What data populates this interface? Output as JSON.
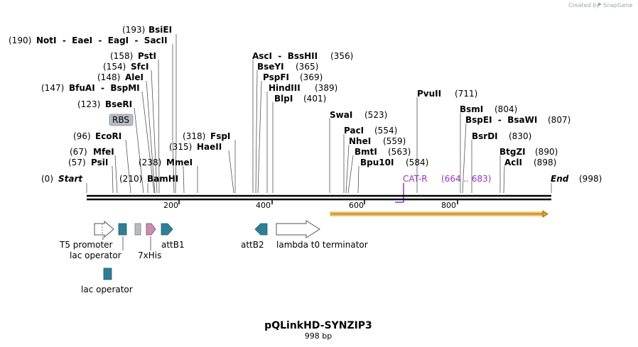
{
  "credit": {
    "created_by": "Created by",
    "brand": "SnapGene"
  },
  "title": "pQLinkHD-SYNZIP3",
  "subtitle": "998 bp",
  "sequence_length": 998,
  "ticks": [
    "200",
    "400",
    "600",
    "800"
  ],
  "ends": {
    "start": {
      "pos": "(0)",
      "label": "Start"
    },
    "end": {
      "label": "End",
      "pos": "(998)"
    }
  },
  "enzymes_left": [
    {
      "pos": "(57)",
      "name": "PsiI"
    },
    {
      "pos": "(67)",
      "name": "MfeI"
    },
    {
      "pos": "(96)",
      "name": "EcoRI"
    },
    {
      "pos": "(123)",
      "name": "BseRI"
    },
    {
      "pos": "(147)",
      "name": "BfuAI  -  BspMI"
    },
    {
      "pos": "(148)",
      "name": "AleI"
    },
    {
      "pos": "(154)",
      "name": "SfcI"
    },
    {
      "pos": "(158)",
      "name": "PstI"
    },
    {
      "pos": "(190)",
      "name": "NotI  -  EaeI  -  EagI  -  SacII"
    },
    {
      "pos": "(193)",
      "name": "BsiEI"
    }
  ],
  "enzymes_mid": [
    {
      "pos": "(210)",
      "name": "BamHI"
    },
    {
      "pos": "(238)",
      "name": "MmeI"
    },
    {
      "pos": "(315)",
      "name": "HaeII"
    },
    {
      "pos": "(318)",
      "name": "FspI"
    }
  ],
  "enzymes_right": [
    {
      "name": "AscI  -  BssHII",
      "pos": "(356)"
    },
    {
      "name": "BseYI",
      "pos": "(365)"
    },
    {
      "name": "PspFI",
      "pos": "(369)"
    },
    {
      "name": "HindIII",
      "pos": "(389)"
    },
    {
      "name": "BlpI",
      "pos": "(401)"
    },
    {
      "name": "SwaI",
      "pos": "(523)"
    },
    {
      "name": "PacI",
      "pos": "(554)"
    },
    {
      "name": "NheI",
      "pos": "(559)"
    },
    {
      "name": "BmtI",
      "pos": "(563)"
    },
    {
      "name": "Bpu10I",
      "pos": "(584)"
    },
    {
      "name": "PvuII",
      "pos": "(711)"
    },
    {
      "name": "BsmI",
      "pos": "(804)"
    },
    {
      "name": "BspEI  -  BsaWI",
      "pos": "(807)"
    },
    {
      "name": "BsrDI",
      "pos": "(830)"
    },
    {
      "name": "BtgZI",
      "pos": "(890)"
    },
    {
      "name": "AclI",
      "pos": "(898)"
    }
  ],
  "primer": {
    "name": "CAT-R",
    "range": "(664 .. 683)",
    "color": "#9b30c8"
  },
  "rbs_label": "RBS",
  "features": [
    {
      "label": "T5 promoter",
      "color": "#ffffff",
      "icon": "promoter-arrow-icon"
    },
    {
      "label": "lac operator",
      "color": "#2e7f96",
      "icon": "operator-box-icon"
    },
    {
      "label": "7xHis",
      "color": "#c98fb0",
      "icon": "tag-arrow-icon"
    },
    {
      "label": "attB1",
      "color": "#2e7f96",
      "icon": "recombination-site-icon"
    },
    {
      "label": "attB2",
      "color": "#2e7f96",
      "icon": "recombination-site-icon"
    },
    {
      "label": "lambda t0 terminator",
      "color": "#ffffff",
      "icon": "terminator-arrow-icon"
    },
    {
      "label": "lac operator",
      "color": "#2e7f96",
      "icon": "operator-box-icon"
    }
  ],
  "orf_color": "#e8a317"
}
